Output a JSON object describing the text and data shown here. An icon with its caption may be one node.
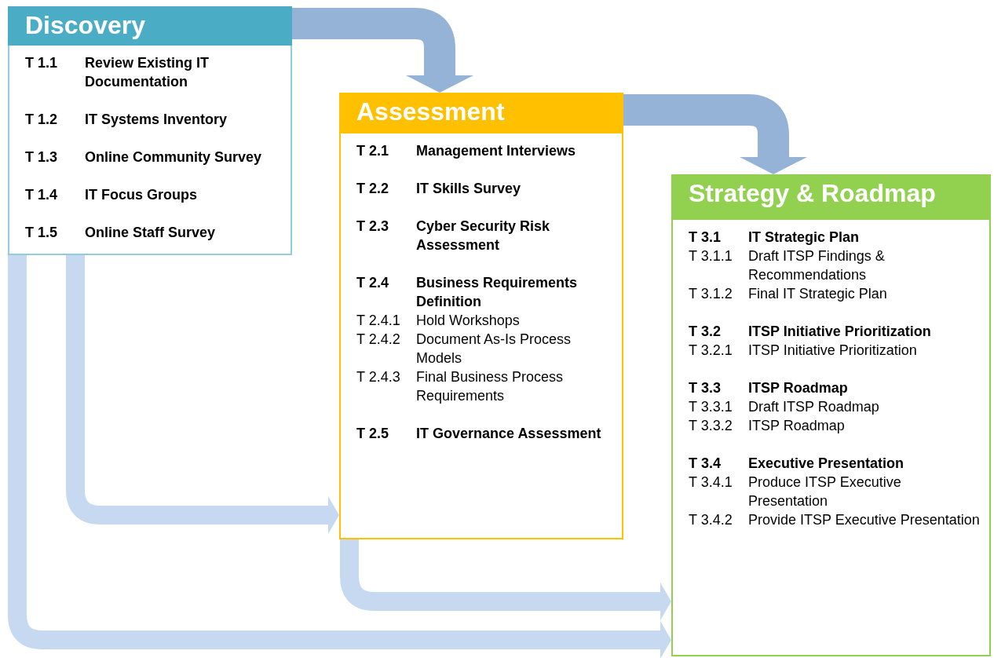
{
  "diagram": {
    "nodes": [
      {
        "text": [
          "Discovery"
        ]
      },
      {
        "text": [
          "T 1.1",
          "Review Existing IT Documentation"
        ],
        "in": 0
      },
      {
        "text": [
          "T 1.2",
          "IT Systems Inventory"
        ],
        "in": 0
      },
      {
        "text": [
          "T 1.3",
          "Online Community Survey"
        ],
        "in": 0
      },
      {
        "text": [
          "T 1.4",
          "IT Focus Groups"
        ],
        "in": 0
      },
      {
        "text": [
          "T 1.5",
          "Online Staff Survey"
        ],
        "in": 0
      },
      {
        "text": [
          "Assessment"
        ]
      },
      {
        "text": [
          "T 2.1",
          "Management Interviews"
        ],
        "in": 6
      },
      {
        "text": [
          "T 2.2",
          "IT Skills Survey"
        ],
        "in": 6
      },
      {
        "text": [
          "T 2.3",
          "Cyber Security Risk Assessment"
        ],
        "in": 6
      },
      {
        "text": [
          "T 2.4",
          "Business Requirements Definition"
        ],
        "in": 6
      },
      {
        "text": [
          "T 2.4.1",
          "Hold Workshops"
        ],
        "in": 10
      },
      {
        "text": [
          "T 2.4.2",
          "Document As-Is Process Models"
        ],
        "in": 10
      },
      {
        "text": [
          "T 2.4.3",
          "Final Business Process Requirements"
        ],
        "in": 10
      },
      {
        "text": [
          "T 2.5",
          "IT Governance Assessment"
        ],
        "in": 6
      },
      {
        "text": [
          "Strategy & Roadmap"
        ]
      },
      {
        "text": [
          "T 3.1",
          "IT Strategic Plan"
        ],
        "in": 15
      },
      {
        "text": [
          "T 3.1.1",
          "Draft ITSP Findings & Recommendations"
        ],
        "in": 16
      },
      {
        "text": [
          "T 3.1.2",
          "Final IT Strategic Plan"
        ],
        "in": 16
      },
      {
        "text": [
          "T 3.2",
          "ITSP Initiative Prioritization"
        ],
        "in": 15
      },
      {
        "text": [
          "T 3.2.1",
          "ITSP Initiative Prioritization"
        ],
        "in": 19
      },
      {
        "text": [
          "T 3.3",
          "ITSP Roadmap"
        ],
        "in": 15
      },
      {
        "text": [
          "T 3.3.1",
          "Draft ITSP Roadmap"
        ],
        "in": 21
      },
      {
        "text": [
          "T 3.3.2",
          "ITSP Roadmap"
        ],
        "in": 21
      },
      {
        "text": [
          "T 3.4",
          "Executive Presentation"
        ],
        "in": 15
      },
      {
        "text": [
          "T 3.4.1",
          "Produce ITSP Executive Presentation"
        ],
        "in": 24
      },
      {
        "text": [
          "T 3.4.2",
          "Provide ITSP Executive Presentation"
        ],
        "in": 24
      }
    ],
    "edges": [
      {
        "from": 0,
        "to": 6,
        "arrow": "to",
        "color": "#95b3d7"
      },
      {
        "from": 6,
        "to": 15,
        "arrow": "to",
        "color": "#95b3d7"
      },
      {
        "from": 0,
        "to": 6,
        "arrow": "to",
        "color": "#c6d9f1"
      },
      {
        "from": 6,
        "to": 15,
        "arrow": "to",
        "color": "#c6d9f1"
      },
      {
        "from": 0,
        "to": 15,
        "arrow": "to",
        "color": "#c6d9f1"
      }
    ]
  }
}
